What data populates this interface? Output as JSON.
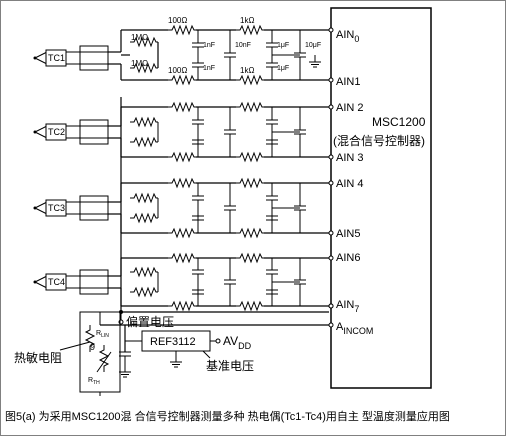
{
  "chip": {
    "name": "MSC1200",
    "desc": "(混合信号控制器)",
    "pins": {
      "ain0": {
        "base": "AIN",
        "sub": "0"
      },
      "ain1": "AIN1",
      "ain2": "AIN 2",
      "ain3": "AIN 3",
      "ain4": "AIN 4",
      "ain5": "AIN5",
      "ain6": "AIN6",
      "ain7": {
        "base": "AIN",
        "sub": "7"
      },
      "aincom": {
        "base": "A",
        "sub": "INCOM"
      }
    }
  },
  "components": {
    "r1m_top": "1MΩ",
    "r1m_bot": "1MΩ",
    "r100_top": "100Ω",
    "r100_bot": "100Ω",
    "r1k_top": "1kΩ",
    "r1k_bot": "1kΩ",
    "c1nf_a": "1nF",
    "c1nf_b": "1nF",
    "c10nf": "10nF",
    "c1uf_a": "1μF",
    "c1uf_b": "1μF",
    "c10uf": "10μF"
  },
  "thermocouples": [
    "TC1",
    "TC2",
    "TC3",
    "TC4"
  ],
  "bias_label": "偏置电压",
  "ref": {
    "name": "REF3112",
    "avdd_base": "AV",
    "avdd_sub": "DD",
    "label": "基准电压"
  },
  "thermistor": {
    "label": "热敏电阻",
    "rlin_base": "R",
    "rlin_sub": "LIN",
    "rth_base": "R",
    "rth_sub": "TH",
    "num": "9"
  },
  "caption": "图5(a) 为采用MSC1200混 合信号控制器测量多种 热电偶(Tc1-Tc4)用自主 型温度测量应用图"
}
